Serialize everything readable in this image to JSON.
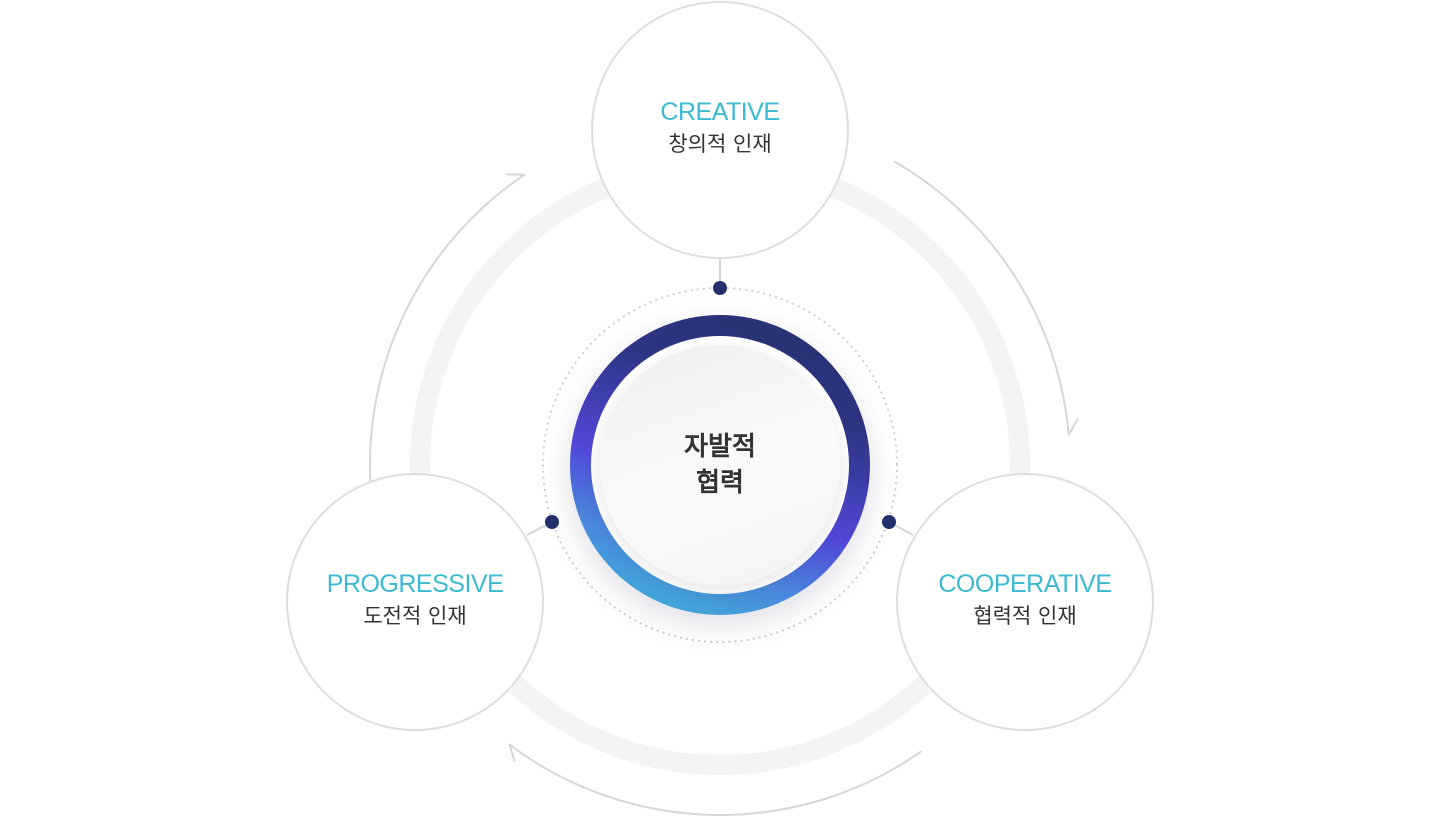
{
  "diagram": {
    "title_lines": [
      "자발적",
      "협력"
    ],
    "nodes": [
      {
        "id": "creative",
        "label_en": "CREATIVE",
        "label_ko": "창의적 인재"
      },
      {
        "id": "progressive",
        "label_en": "PROGRESSIVE",
        "label_ko": "도전적 인재"
      },
      {
        "id": "cooperative",
        "label_en": "COOPERATIVE",
        "label_ko": "협력적 인재"
      }
    ],
    "flow_direction": "clockwise",
    "colors": {
      "accent_text": "#3bb9d2",
      "body_text": "#333333",
      "connector_dot": "#23306b",
      "ring_gradient_start": "#3cbfd6",
      "ring_gradient_mid": "#5048d8",
      "ring_gradient_end": "#25306a",
      "node_border": "#dedede",
      "band": "#f5f5f5",
      "arrow": "#d6d6d6"
    }
  }
}
